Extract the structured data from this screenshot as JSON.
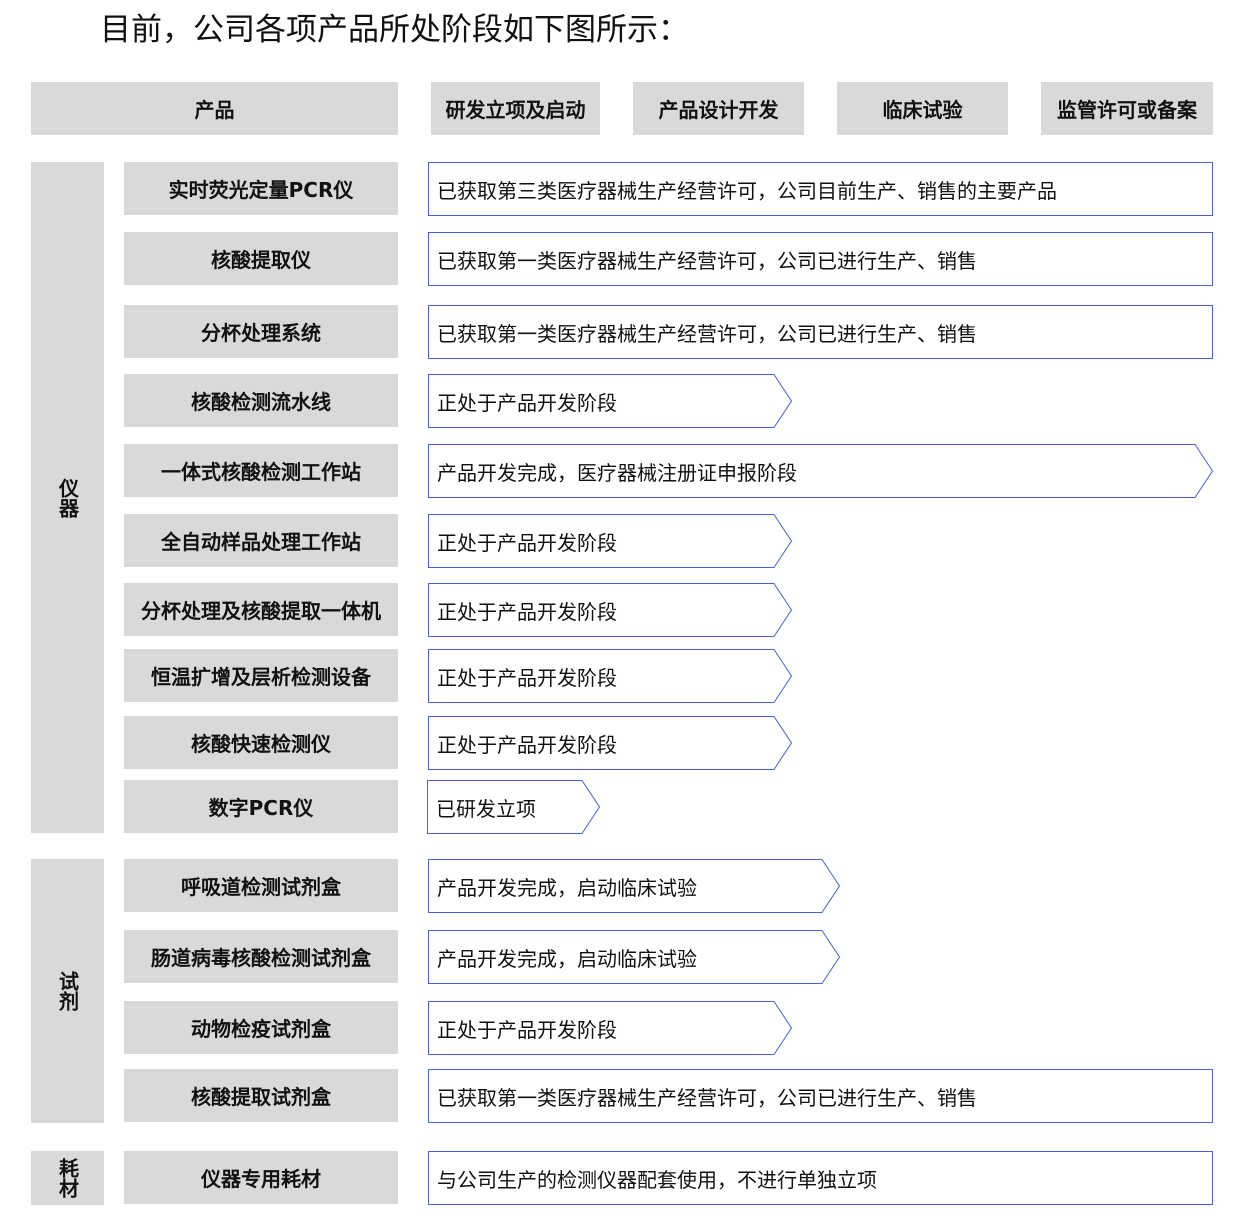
{
  "title": "目前，公司各项产品所处阶段如下图所示：",
  "header": {
    "product": "产品",
    "stages": [
      "研发立项及启动",
      "产品设计开发",
      "临床试验",
      "监管许可或备案"
    ]
  },
  "categories": [
    {
      "label": "仪器"
    },
    {
      "label": "试剂"
    },
    {
      "label": "耗材"
    }
  ],
  "rows": [
    {
      "category": "仪器",
      "product": "实时荧光定量PCR仪",
      "status": "已获取第三类医疗器械生产经营许可，公司目前生产、销售的主要产品",
      "stage": "监管许可或备案"
    },
    {
      "category": "仪器",
      "product": "核酸提取仪",
      "status": "已获取第一类医疗器械生产经营许可，公司已进行生产、销售",
      "stage": "监管许可或备案"
    },
    {
      "category": "仪器",
      "product": "分杯处理系统",
      "status": "已获取第一类医疗器械生产经营许可，公司已进行生产、销售",
      "stage": "监管许可或备案"
    },
    {
      "category": "仪器",
      "product": "核酸检测流水线",
      "status": "正处于产品开发阶段",
      "stage": "产品设计开发"
    },
    {
      "category": "仪器",
      "product": "一体式核酸检测工作站",
      "status": "产品开发完成，医疗器械注册证申报阶段",
      "stage": "监管许可或备案"
    },
    {
      "category": "仪器",
      "product": "全自动样品处理工作站",
      "status": "正处于产品开发阶段",
      "stage": "产品设计开发"
    },
    {
      "category": "仪器",
      "product": "分杯处理及核酸提取一体机",
      "status": "正处于产品开发阶段",
      "stage": "产品设计开发"
    },
    {
      "category": "仪器",
      "product": "恒温扩增及层析检测设备",
      "status": "正处于产品开发阶段",
      "stage": "产品设计开发"
    },
    {
      "category": "仪器",
      "product": "核酸快速检测仪",
      "status": "正处于产品开发阶段",
      "stage": "产品设计开发"
    },
    {
      "category": "仪器",
      "product": "数字PCR仪",
      "status": "已研发立项",
      "stage": "研发立项及启动"
    },
    {
      "category": "试剂",
      "product": "呼吸道检测试剂盒",
      "status": "产品开发完成，启动临床试验",
      "stage": "临床试验"
    },
    {
      "category": "试剂",
      "product": "肠道病毒核酸检测试剂盒",
      "status": "产品开发完成，启动临床试验",
      "stage": "临床试验"
    },
    {
      "category": "试剂",
      "product": "动物检疫试剂盒",
      "status": "正处于产品开发阶段",
      "stage": "产品设计开发"
    },
    {
      "category": "试剂",
      "product": "核酸提取试剂盒",
      "status": "已获取第一类医疗器械生产经营许可，公司已进行生产、销售",
      "stage": "监管许可或备案"
    },
    {
      "category": "耗材",
      "product": "仪器专用耗材",
      "status": "与公司生产的检测仪器配套使用，不进行单独立项",
      "stage": "监管许可或备案"
    }
  ],
  "colors": {
    "box_fill": "#d9d9d9",
    "status_border": "#4a5fd0"
  }
}
